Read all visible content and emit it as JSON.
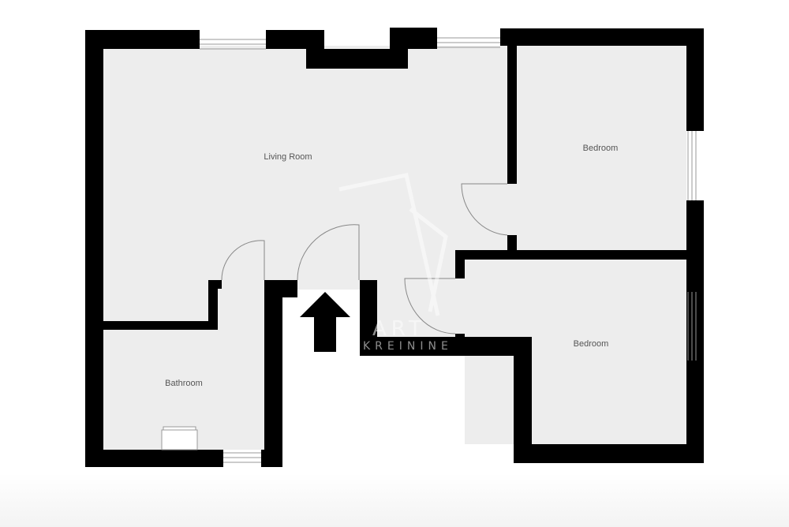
{
  "floorplan": {
    "rooms": [
      {
        "name": "Living Room"
      },
      {
        "name": "Bedroom"
      },
      {
        "name": "Bedroom"
      },
      {
        "name": "Bathroom"
      }
    ],
    "entrance_icon": "arrow-up-icon",
    "watermark": {
      "line1": "ART",
      "line2": "KREININE"
    },
    "colors": {
      "wall": "#000000",
      "floor": "#ededed",
      "door": "#888888",
      "label": "#555555"
    }
  }
}
